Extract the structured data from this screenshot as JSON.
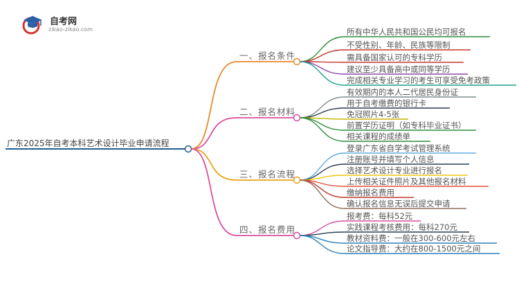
{
  "logo": {
    "title": "自考网",
    "subtitle": "zikao-zikao.com",
    "icon": "graduation-cap-icon"
  },
  "root": {
    "label": "广东2025年自考本科艺术设计毕业申请流程",
    "color": "#1f5f8f"
  },
  "branches": [
    {
      "label": "一、报名条件",
      "color": "#e8892b",
      "items": [
        {
          "text": "所有中华人民共和国公民均可报名",
          "color": "#2e8b3d"
        },
        {
          "text": "不受性别、年龄、民族等限制",
          "color": "#c0392b"
        },
        {
          "text": "需具备国家认可的专科学历",
          "color": "#c0392b"
        },
        {
          "text": "建议至少具备高中或同等学历",
          "color": "#8e44ad"
        },
        {
          "text": "完成相关专业学习的考生可享受免考政策",
          "color": "#16a085"
        }
      ]
    },
    {
      "label": "二、报名材料",
      "color": "#d94f9e",
      "items": [
        {
          "text": "有效期内的本人二代居民身份证",
          "color": "#7f8c8d"
        },
        {
          "text": "用于自考缴费的银行卡",
          "color": "#2c3e50"
        },
        {
          "text": "免冠照片4-5张",
          "color": "#c8b400"
        },
        {
          "text": "前置学历证明（如专科毕业证书）",
          "color": "#2e8b3d"
        },
        {
          "text": "相关课程的成绩单",
          "color": "#2e8b3d"
        }
      ]
    },
    {
      "label": "三、报名流程",
      "color": "#e8a317",
      "items": [
        {
          "text": "登录广东省自学考试管理系统",
          "color": "#5dade2"
        },
        {
          "text": "注册账号并填写个人信息",
          "color": "#2c3e50"
        },
        {
          "text": "选择艺术设计专业进行报名",
          "color": "#f1c40f"
        },
        {
          "text": "上传相关证件照片及其他报名材料",
          "color": "#e74c3c"
        },
        {
          "text": "缴纳报名费用",
          "color": "#c0392b"
        },
        {
          "text": "确认报名信息无误后提交申请",
          "color": "#8e6d5a"
        }
      ]
    },
    {
      "label": "四、报名费用",
      "color": "#d94f9e",
      "items": [
        {
          "text": "报考费：每科52元",
          "color": "#d94f9e"
        },
        {
          "text": "实践课程考核费用：每科270元",
          "color": "#2c3e50"
        },
        {
          "text": "教材资料费：一般在300-600元左右",
          "color": "#2980b9"
        },
        {
          "text": "论文指导费：大约在800-1500元之间",
          "color": "#2980b9"
        }
      ]
    }
  ]
}
